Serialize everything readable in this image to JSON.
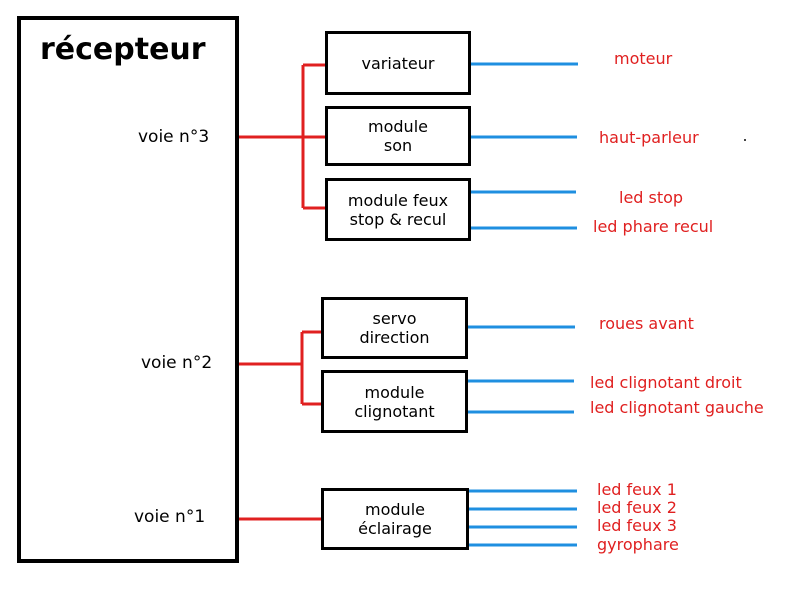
{
  "receiver": {
    "title": "récepteur",
    "channels": [
      "voie n°3",
      "voie n°2",
      "voie n°1"
    ]
  },
  "modules": [
    {
      "lines": [
        "variateur"
      ]
    },
    {
      "lines": [
        "module",
        "son"
      ]
    },
    {
      "lines": [
        "module feux",
        "stop & recul"
      ]
    },
    {
      "lines": [
        "servo",
        "direction"
      ]
    },
    {
      "lines": [
        "module",
        "clignotant"
      ]
    },
    {
      "lines": [
        "module",
        "éclairage"
      ]
    }
  ],
  "outputs": [
    "moteur",
    "haut-parleur",
    "led stop",
    "led phare recul",
    "roues avant",
    "led clignotant droit",
    "led clignotant gauche",
    "led feux 1",
    "led feux 2",
    "led feux 3",
    "gyrophare"
  ],
  "colors": {
    "input_wire": "#e02020",
    "output_wire": "#1f8fe0",
    "output_text": "#e02020",
    "border": "#000000"
  }
}
